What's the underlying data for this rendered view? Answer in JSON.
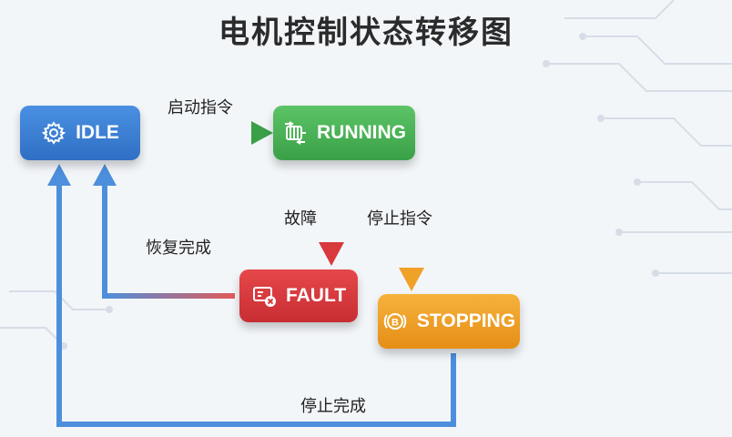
{
  "title": "电机控制状态转移图",
  "states": {
    "idle": "IDLE",
    "running": "RUNNING",
    "fault": "FAULT",
    "stopping": "STOPPING"
  },
  "transitions": {
    "start_command": "启动指令",
    "fault": "故障",
    "stop_command": "停止指令",
    "recovery_complete": "恢复完成",
    "stop_complete": "停止完成"
  },
  "colors": {
    "idle": "#3a7fd6",
    "running": "#4cb457",
    "fault": "#d8393d",
    "stopping": "#f0a128"
  },
  "icons": {
    "idle": "gear-icon",
    "running": "motor-icon",
    "fault": "fault-screen-icon",
    "stopping": "brake-icon"
  }
}
